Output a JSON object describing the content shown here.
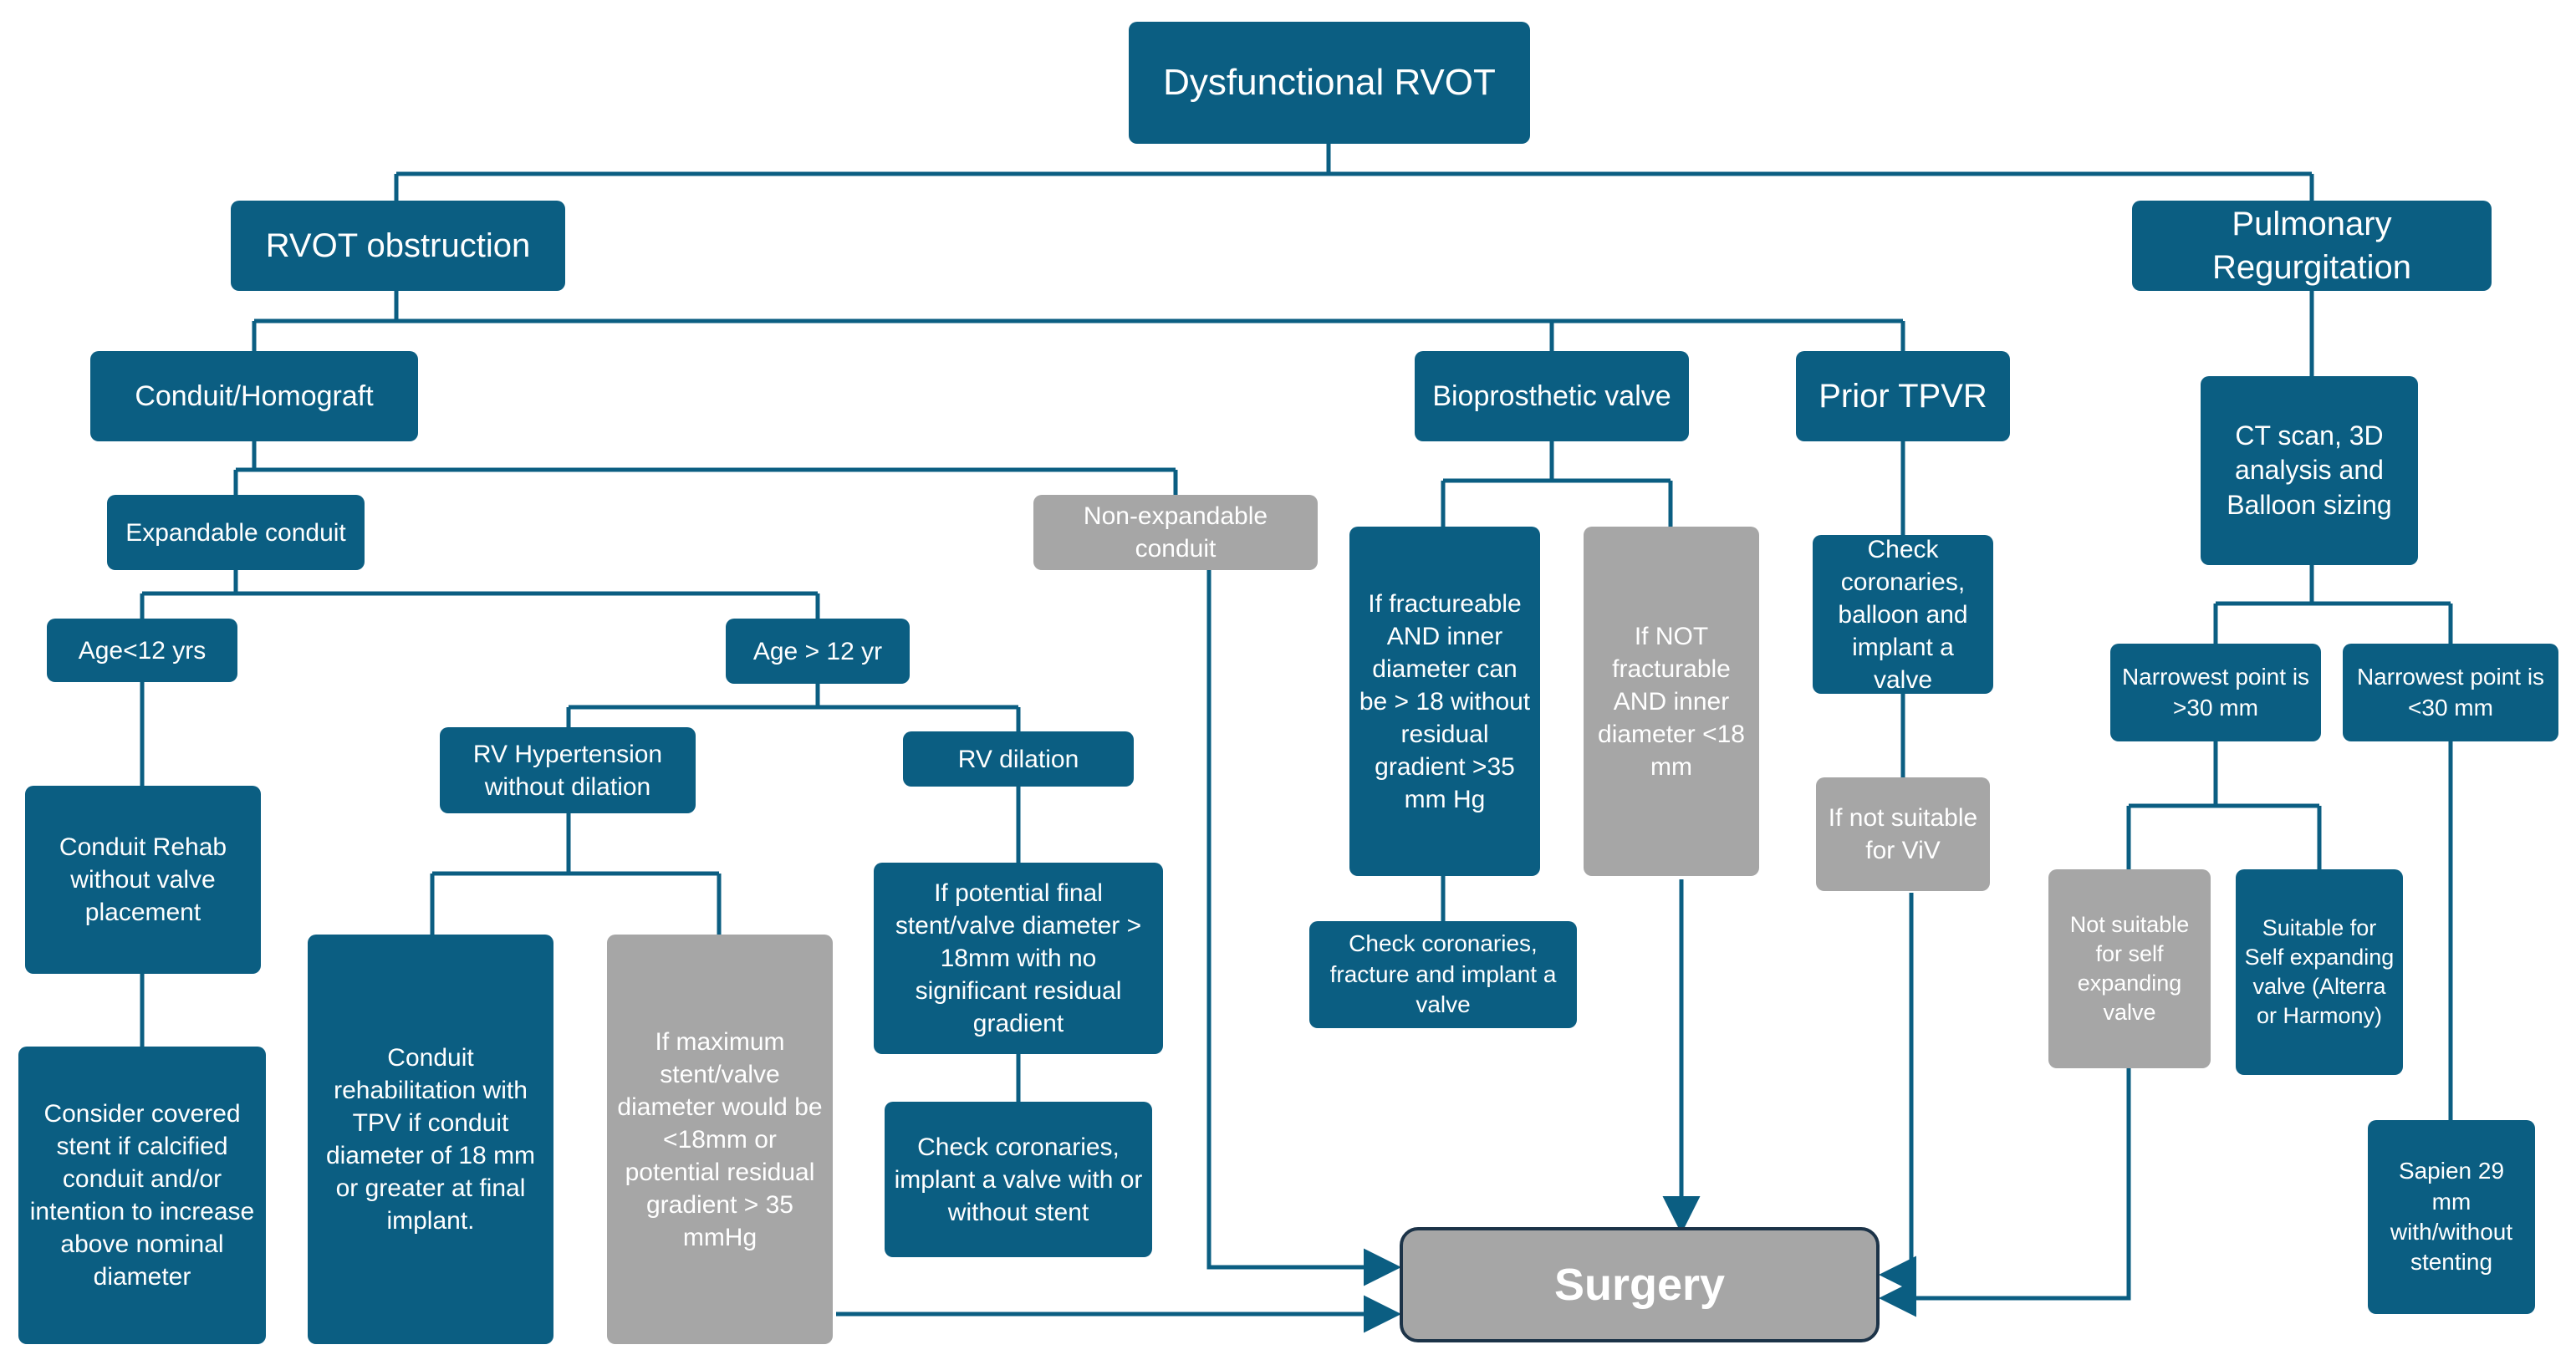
{
  "colors": {
    "primary": "#0b5e82",
    "secondary": "#a6a6a6",
    "connector": "#0b5e82",
    "surgery_border": "#1c3348"
  },
  "nodes": {
    "root": "Dysfunctional RVOT",
    "rvot_obstruction": "RVOT obstruction",
    "pulmonary_regurgitation": "Pulmonary Regurgitation",
    "conduit_homograft": "Conduit/Homograft",
    "bioprosthetic_valve": "Bioprosthetic valve",
    "prior_tpvr": "Prior TPVR",
    "ct_scan": "CT scan, 3D analysis and Balloon sizing",
    "expandable_conduit": "Expandable conduit",
    "non_expandable_conduit": "Non-expandable conduit",
    "age_under_12": "Age<12 yrs",
    "age_over_12": "Age > 12 yr",
    "rv_hypertension": "RV Hypertension without dilation",
    "rv_dilation": "RV dilation",
    "conduit_rehab_no_valve": "Conduit Rehab without valve placement",
    "covered_stent": "Consider covered stent if calcified conduit and/or intention to increase above nominal diameter",
    "conduit_rehab_tpv": "Conduit rehabilitation with TPV  if conduit diameter of 18 mm or greater at final implant.",
    "max_stent_diameter": "If maximum stent/valve diameter would be <18mm or potential residual gradient > 35 mmHg",
    "potential_final_diameter": "If potential final stent/valve diameter > 18mm with no significant residual gradient",
    "check_coronaries_stent": "Check coronaries, implant a valve with or without stent",
    "if_fractureable": "If fractureable AND inner diameter can be > 18 without residual gradient >35 mm Hg",
    "if_not_fracturable": "If NOT fracturable AND inner diameter <18 mm",
    "check_coronaries_fracture": "Check coronaries, fracture and implant a valve",
    "check_coronaries_balloon": "Check coronaries, balloon and implant a valve",
    "not_suitable_viv": "If not suitable for ViV",
    "narrowest_over_30": "Narrowest point is >30 mm",
    "narrowest_under_30": "Narrowest point is <30 mm",
    "not_suitable_self_expanding": "Not suitable for self expanding valve",
    "suitable_self_expanding": "Suitable for Self expanding valve (Alterra or Harmony)",
    "sapien_29": "Sapien 29 mm with/without stenting",
    "surgery": "Surgery"
  }
}
